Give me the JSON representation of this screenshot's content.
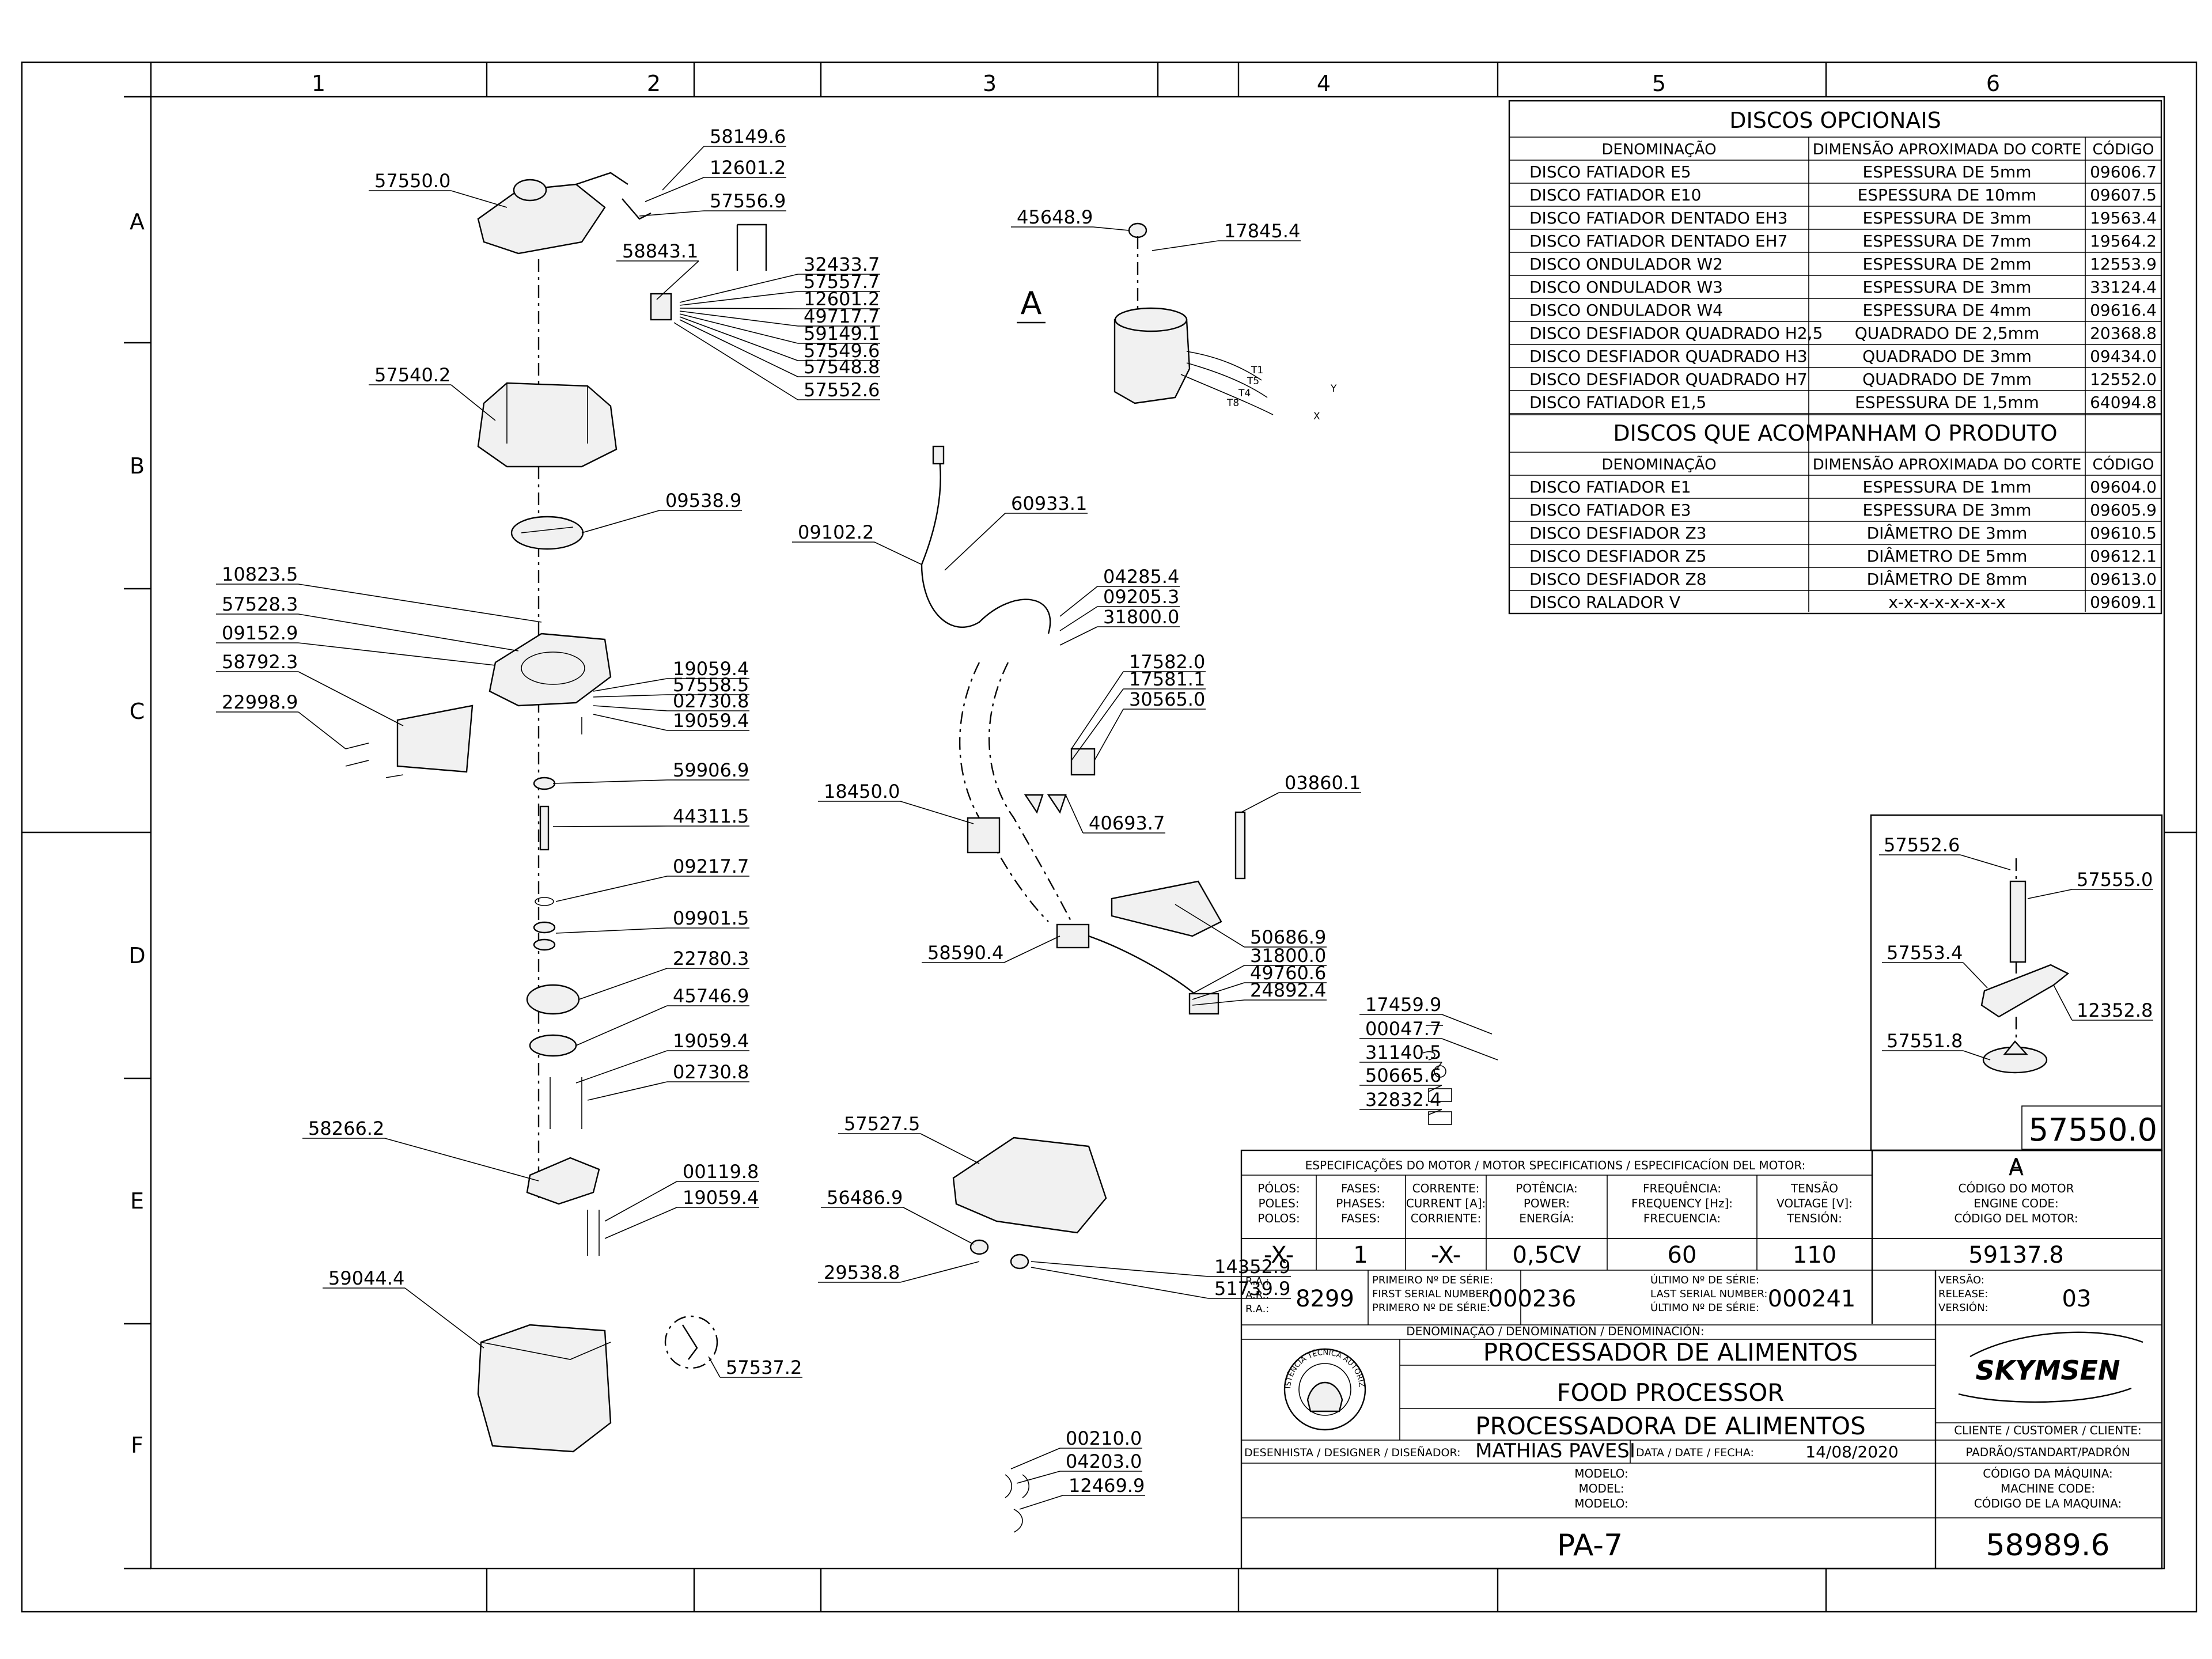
{
  "border": {
    "columns": [
      "1",
      "2",
      "3",
      "4",
      "5",
      "6"
    ],
    "rows": [
      "A",
      "B",
      "C",
      "D",
      "E",
      "F"
    ]
  },
  "opcionais": {
    "title": "DISCOS OPCIONAIS",
    "headers": [
      "DENOMINAÇÃO",
      "DIMENSÃO APROXIMADA DO CORTE",
      "CÓDIGO"
    ],
    "rows": [
      [
        "DISCO FATIADOR E5",
        "ESPESSURA DE 5mm",
        "09606.7"
      ],
      [
        "DISCO FATIADOR E10",
        "ESPESSURA DE 10mm",
        "09607.5"
      ],
      [
        "DISCO FATIADOR DENTADO EH3",
        "ESPESSURA DE 3mm",
        "19563.4"
      ],
      [
        "DISCO FATIADOR DENTADO EH7",
        "ESPESSURA DE 7mm",
        "19564.2"
      ],
      [
        "DISCO ONDULADOR W2",
        "ESPESSURA DE 2mm",
        "12553.9"
      ],
      [
        "DISCO ONDULADOR W3",
        "ESPESSURA DE 3mm",
        "33124.4"
      ],
      [
        "DISCO ONDULADOR W4",
        "ESPESSURA DE 4mm",
        "09616.4"
      ],
      [
        "DISCO DESFIADOR QUADRADO H2,5",
        "QUADRADO DE 2,5mm",
        "20368.8"
      ],
      [
        "DISCO DESFIADOR QUADRADO H3",
        "QUADRADO DE 3mm",
        "09434.0"
      ],
      [
        "DISCO DESFIADOR QUADRADO H7",
        "QUADRADO DE 7mm",
        "12552.0"
      ],
      [
        "DISCO FATIADOR E1,5",
        "ESPESSURA DE 1,5mm",
        "64094.8"
      ]
    ]
  },
  "acompanham": {
    "title": "DISCOS QUE ACOMPANHAM O PRODUTO",
    "headers": [
      "DENOMINAÇÃO",
      "DIMENSÃO APROXIMADA DO CORTE",
      "CÓDIGO"
    ],
    "rows": [
      [
        "DISCO FATIADOR E1",
        "ESPESSURA DE 1mm",
        "09604.0"
      ],
      [
        "DISCO FATIADOR E3",
        "ESPESSURA DE 3mm",
        "09605.9"
      ],
      [
        "DISCO DESFIADOR Z3",
        "DIÂMETRO DE 3mm",
        "09610.5"
      ],
      [
        "DISCO DESFIADOR Z5",
        "DIÂMETRO DE 5mm",
        "09612.1"
      ],
      [
        "DISCO DESFIADOR Z8",
        "DIÂMETRO DE 8mm",
        "09613.0"
      ],
      [
        "DISCO RALADOR V",
        "x-x-x-x-x-x-x-x",
        "09609.1"
      ]
    ]
  },
  "detail": {
    "labels": [
      "57552.6",
      "57555.0",
      "57553.4",
      "12352.8",
      "57551.8"
    ],
    "assembly_code": "57550.0",
    "detail_letter": "A"
  },
  "motor_view_letter": "A",
  "wire_tags": [
    "T1",
    "T5",
    "T4",
    "T8",
    "Y",
    "X"
  ],
  "parts_left": [
    "58149.6",
    "12601.2",
    "57556.9",
    "57550.0",
    "58843.1",
    "32433.7",
    "57557.7",
    "12601.2",
    "49717.7",
    "59149.1",
    "57549.6",
    "57548.8",
    "57552.6",
    "57540.2",
    "09538.9",
    "10823.5",
    "57528.3",
    "09152.9",
    "58792.3",
    "22998.9",
    "19059.4",
    "57558.5",
    "02730.8",
    "19059.4",
    "59906.9",
    "44311.5",
    "09217.7",
    "09901.5",
    "22780.3",
    "45746.9",
    "19059.4",
    "02730.8",
    "58266.2",
    "00119.8",
    "19059.4",
    "59044.4",
    "57537.2"
  ],
  "parts_center": [
    "45648.9",
    "17845.4",
    "09102.2",
    "60933.1",
    "04285.4",
    "09205.3",
    "31800.0",
    "17582.0",
    "17581.1",
    "30565.0",
    "18450.0",
    "40693.7",
    "03860.1",
    "58590.4",
    "50686.9",
    "31800.0",
    "49760.6",
    "24892.4",
    "17459.9",
    "00047.7",
    "31140.5",
    "50665.6",
    "32832.4",
    "57527.5",
    "56486.9",
    "29538.8",
    "14352.9",
    "51739.9",
    "00210.0",
    "04203.0",
    "12469.9"
  ],
  "title_block": {
    "spec_header": "ESPECIFICAÇÕES DO MOTOR / MOTOR SPECIFICATIONS / ESPECIFICACÍON DEL MOTOR:",
    "spec_letter": "A",
    "poles_lbl": [
      "PÓLOS:",
      "POLES:",
      "POLOS:"
    ],
    "phases_lbl": [
      "FASES:",
      "PHASES:",
      "FASES:"
    ],
    "current_lbl": [
      "CORRENTE:",
      "CURRENT [A]:",
      "CORRIENTE:"
    ],
    "power_lbl": [
      "POTÊNCIA:",
      "POWER:",
      "ENERGÍA:"
    ],
    "freq_lbl": [
      "FREQUÊNCIA:",
      "FREQUENCY [Hz]:",
      "FRECUENCIA:"
    ],
    "voltage_lbl": [
      "TENSÃO",
      "VOLTAGE [V]:",
      "TENSIÓN:"
    ],
    "engine_lbl": [
      "CÓDIGO DO MOTOR",
      "ENGINE CODE:",
      "CÓDIGO DEL MOTOR:"
    ],
    "poles": "-X-",
    "phases": "1",
    "current": "-X-",
    "power": "0,5CV",
    "freq": "60",
    "voltage": "110",
    "engine_code": "59137.8",
    "ra_lbl": [
      "R.A.:",
      "A.R.:",
      "R.A.:"
    ],
    "ra": "8299",
    "first_serial_lbl": [
      "PRIMEIRO Nº DE SÉRIE:",
      "FIRST SERIAL NUMBER:",
      "PRIMERO Nº DE SÉRIE:"
    ],
    "first_serial": "000236",
    "last_serial_lbl": [
      "ÚLTIMO Nº DE SÉRIE:",
      "LAST SERIAL NUMBER:",
      "ÚLTIMO Nº DE SÉRIE:"
    ],
    "last_serial": "000241",
    "version_lbl": [
      "VERSÃO:",
      "RELEASE:",
      "VERSIÓN:"
    ],
    "version": "03",
    "denom_header": "DENOMINAÇÃO / DENOMINATION / DENOMINACIÓN:",
    "name_pt": "PROCESSADOR DE ALIMENTOS",
    "name_en": "FOOD PROCESSOR",
    "name_es": "PROCESSADORA DE ALIMENTOS",
    "brand": "SKYMSEN",
    "seal_text": "ASSISTÊNCIA TÉCNICA AUTORIZADA",
    "client_lbl": "CLIENTE / CUSTOMER / CLIENTE:",
    "client": "PADRÃO/STANDART/PADRÓN",
    "designer_lbl": "DESENHISTA / DESIGNER / DISEÑADOR:",
    "designer": "MATHIAS PAVESI",
    "date_lbl": "DATA / DATE / FECHA:",
    "date": "14/08/2020",
    "model_lbl": [
      "MODELO:",
      "MODEL:",
      "MODELO:"
    ],
    "model": "PA-7",
    "machine_lbl": [
      "CÓDIGO DA MÁQUINA:",
      "MACHINE CODE:",
      "CÓDIGO DE LA MAQUINA:"
    ],
    "machine_code": "58989.6"
  }
}
